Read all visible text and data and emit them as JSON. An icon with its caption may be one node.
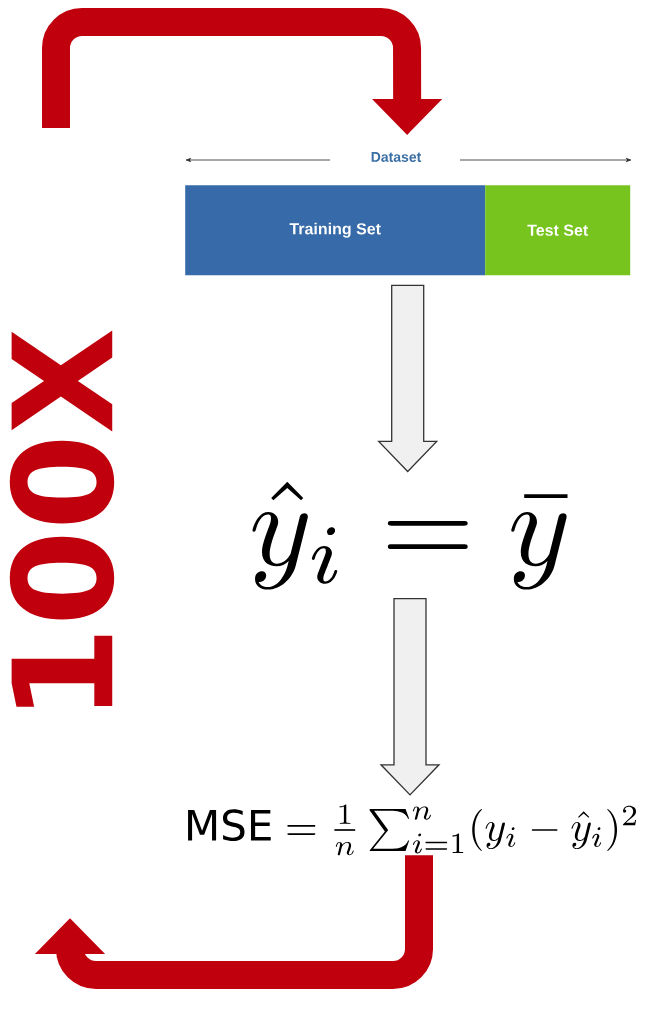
{
  "diagram": {
    "nodes": [
      {
        "text": [
          "Training Set"
        ]
      },
      {
        "text": [
          "Test Set"
        ]
      },
      {
        "text": [
          "\\hat{y}_i = \\bar{y}"
        ]
      },
      {
        "text": [
          "\\mathrm{MSE} = \\frac{1}{n}\\sum_{i=1}^{n}(y_i - \\hat{y}_i)^2"
        ]
      }
    ],
    "edges": [
      {
        "from": 0,
        "to": 2,
        "arrow": "to"
      },
      {
        "from": 1,
        "to": 2,
        "arrow": "to"
      },
      {
        "from": 2,
        "to": 3,
        "arrow": "to"
      },
      {
        "from": 3,
        "to": null,
        "arrow": "to",
        "color": "#c0000c"
      },
      {
        "from": null,
        "to": 0,
        "arrow": "to",
        "color": "#c0000c"
      }
    ],
    "labels": [
      "Dataset",
      "100X"
    ]
  }
}
